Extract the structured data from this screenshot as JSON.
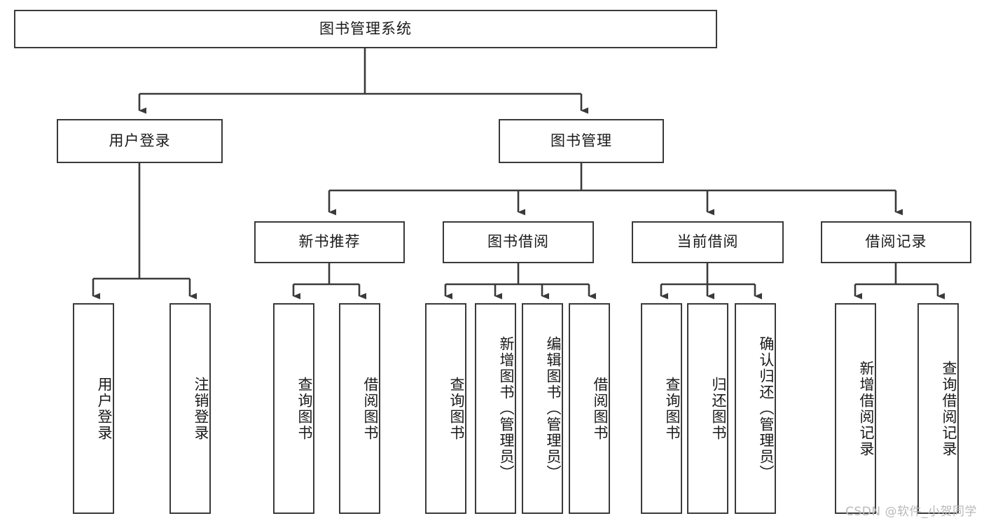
{
  "diagram": {
    "title": "图书管理系统",
    "type": "tree-hierarchy",
    "root": {
      "label": "图书管理系统"
    },
    "level2": [
      {
        "label": "用户登录"
      },
      {
        "label": "图书管理"
      }
    ],
    "level3": [
      {
        "label": "新书推荐"
      },
      {
        "label": "图书借阅"
      },
      {
        "label": "当前借阅"
      },
      {
        "label": "借阅记录"
      }
    ],
    "leaves": {
      "user_login": [
        {
          "label": "用户登录"
        },
        {
          "label": "注销登录"
        }
      ],
      "new_book_recommend": [
        {
          "label": "查询图书"
        },
        {
          "label": "借阅图书"
        }
      ],
      "book_borrow": [
        {
          "label": "查询图书"
        },
        {
          "label": "新增图书（管理员）"
        },
        {
          "label": "编辑图书（管理员）"
        },
        {
          "label": "借阅图书"
        }
      ],
      "current_borrow": [
        {
          "label": "查询图书"
        },
        {
          "label": "归还图书"
        },
        {
          "label": "确认归还（管理员）"
        }
      ],
      "borrow_record": [
        {
          "label": "新增借阅记录"
        },
        {
          "label": "查询借阅记录"
        }
      ]
    }
  },
  "watermark": {
    "text": "CSDN @软件_小贺同学"
  },
  "colors": {
    "box_border": "#3a3a3a",
    "box_fill": "#ffffff",
    "line": "#3a3a3a",
    "text": "#1a1a1a",
    "watermark": "#b9b9b9",
    "background": "#ffffff"
  }
}
